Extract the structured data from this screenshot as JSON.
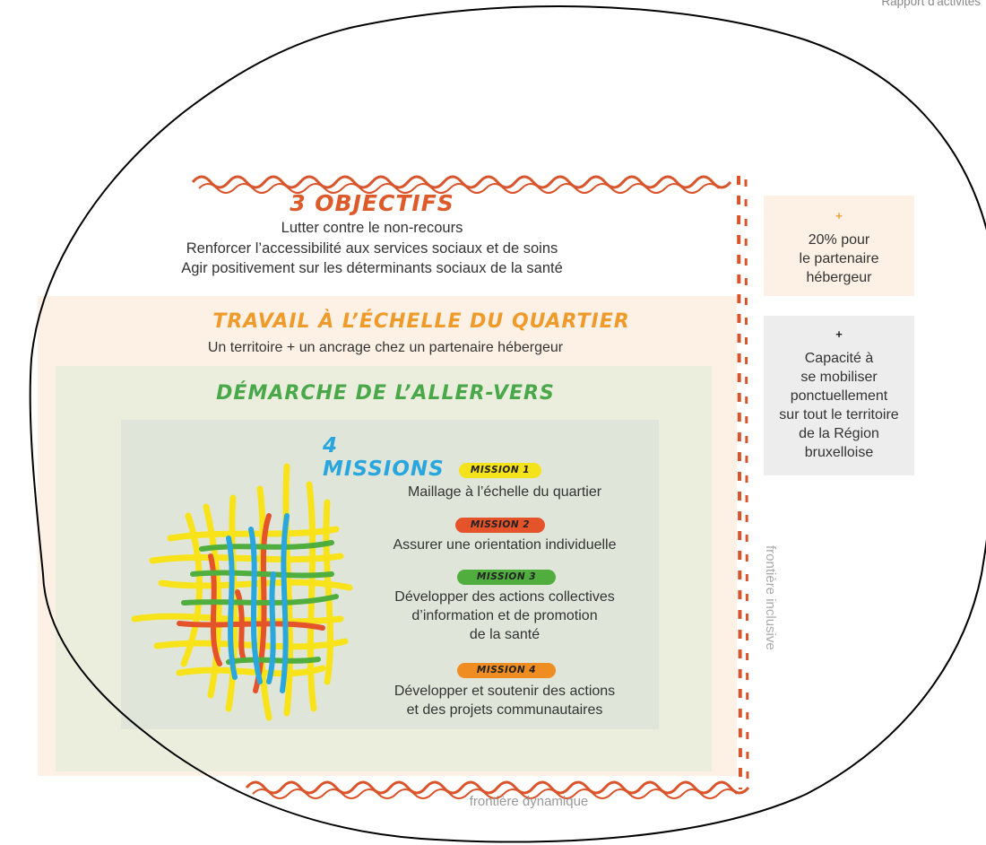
{
  "header": {
    "label": "Rapport d'activités"
  },
  "objectives": {
    "title": "3 OBJECTIFS",
    "lines": [
      "Lutter contre le non-recours",
      "Renforcer l’accessibilité aux services sociaux et de soins",
      "Agir positivement sur les déterminants sociaux de la santé"
    ]
  },
  "quartier": {
    "title": "TRAVAIL À L’ÉCHELLE DU QUARTIER",
    "subtitle": "Un territoire + un ancrage chez un partenaire hébergeur"
  },
  "aller_vers": {
    "title": "DÉMARCHE DE L’ALLER-VERS"
  },
  "missions": {
    "title": "4 MISSIONS",
    "items": [
      {
        "tag": "MISSION 1",
        "color": "#f4e21a",
        "lines": [
          "Maillage à l’échelle du quartier"
        ]
      },
      {
        "tag": "MISSION 2",
        "color": "#e5532b",
        "lines": [
          "Assurer une orientation individuelle"
        ]
      },
      {
        "tag": "MISSION 3",
        "color": "#4fae3e",
        "lines": [
          "Développer des actions collectives",
          "d’information et de promotion",
          "de la santé"
        ]
      },
      {
        "tag": "MISSION 4",
        "color": "#ef8d22",
        "lines": [
          "Développer et soutenir des actions",
          "et des projets communautaires"
        ]
      }
    ]
  },
  "side": {
    "box1": {
      "plus": "+",
      "plus_color": "#f0a23a",
      "lines": [
        "20% pour",
        "le partenaire",
        "hébergeur"
      ]
    },
    "box2": {
      "plus": "+",
      "plus_color": "#222222",
      "lines": [
        "Capacité à",
        "se mobiliser",
        "ponctuellement",
        "sur tout le territoire",
        "de la Région",
        "bruxelloise"
      ]
    }
  },
  "frontiers": {
    "dynamic": "frontière dynamique",
    "inclusive": "frontière inclusive"
  },
  "colors": {
    "accent_orange": "#dd5a2a",
    "quartier_orange": "#ef9b2c",
    "aller_green": "#48a84a",
    "missions_blue": "#29a6dd",
    "wave": "#d9542a"
  }
}
